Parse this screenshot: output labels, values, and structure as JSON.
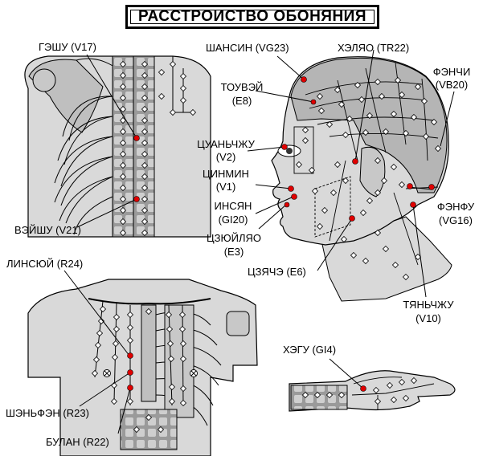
{
  "title": "РАССТРОИСТВО ОБОНЯНИЯ",
  "labels": {
    "geshu": "ГЭШУ (V17)",
    "veishu": "ВЭЙШУ (V21)",
    "shansin": "ШАНСИН (VG23)",
    "helyao": "ХЭЛЯО (TR22)",
    "fenchi_1": "ФЭНЧИ",
    "fenchi_2": "(VB20)",
    "touvei_1": "ТОУВЭЙ",
    "touvei_2": "(E8)",
    "tsuanzhu_1": "ЦУАНЬЧЖУ",
    "tsuanzhu_2": "(V2)",
    "tsinmin_1": "ЦИНМИН",
    "tsinmin_2": "(V1)",
    "insyan_1": "ИНСЯН",
    "insyan_2": "(GI20)",
    "tszyuilyao_1": "ЦЗЮЙЛЯО",
    "tszyuilyao_2": "(E3)",
    "fenfu_1": "ФЭНФУ",
    "fenfu_2": "(VG16)",
    "tszyache": "ЦЗЯЧЭ (E6)",
    "tyanzhu_1": "ТЯНЬЧЖУ",
    "tyanzhu_2": "(V10)",
    "linsyui": "ЛИНСЮЙ (R24)",
    "shenfen": "ШЭНЬФЭН (R23)",
    "bulan": "БУЛАН (R22)",
    "hegu": "ХЭГУ (GI4)"
  },
  "colors": {
    "point_active": "#e00000",
    "point_inactive": "#ffffff",
    "outline": "#000000",
    "body_fill": "#d9d9d9",
    "bone_fill": "#bfbfbf"
  },
  "icons": {
    "active_point": "red-dot",
    "inactive_point": "white-diamond",
    "crossed_point": "crossed-circle"
  }
}
